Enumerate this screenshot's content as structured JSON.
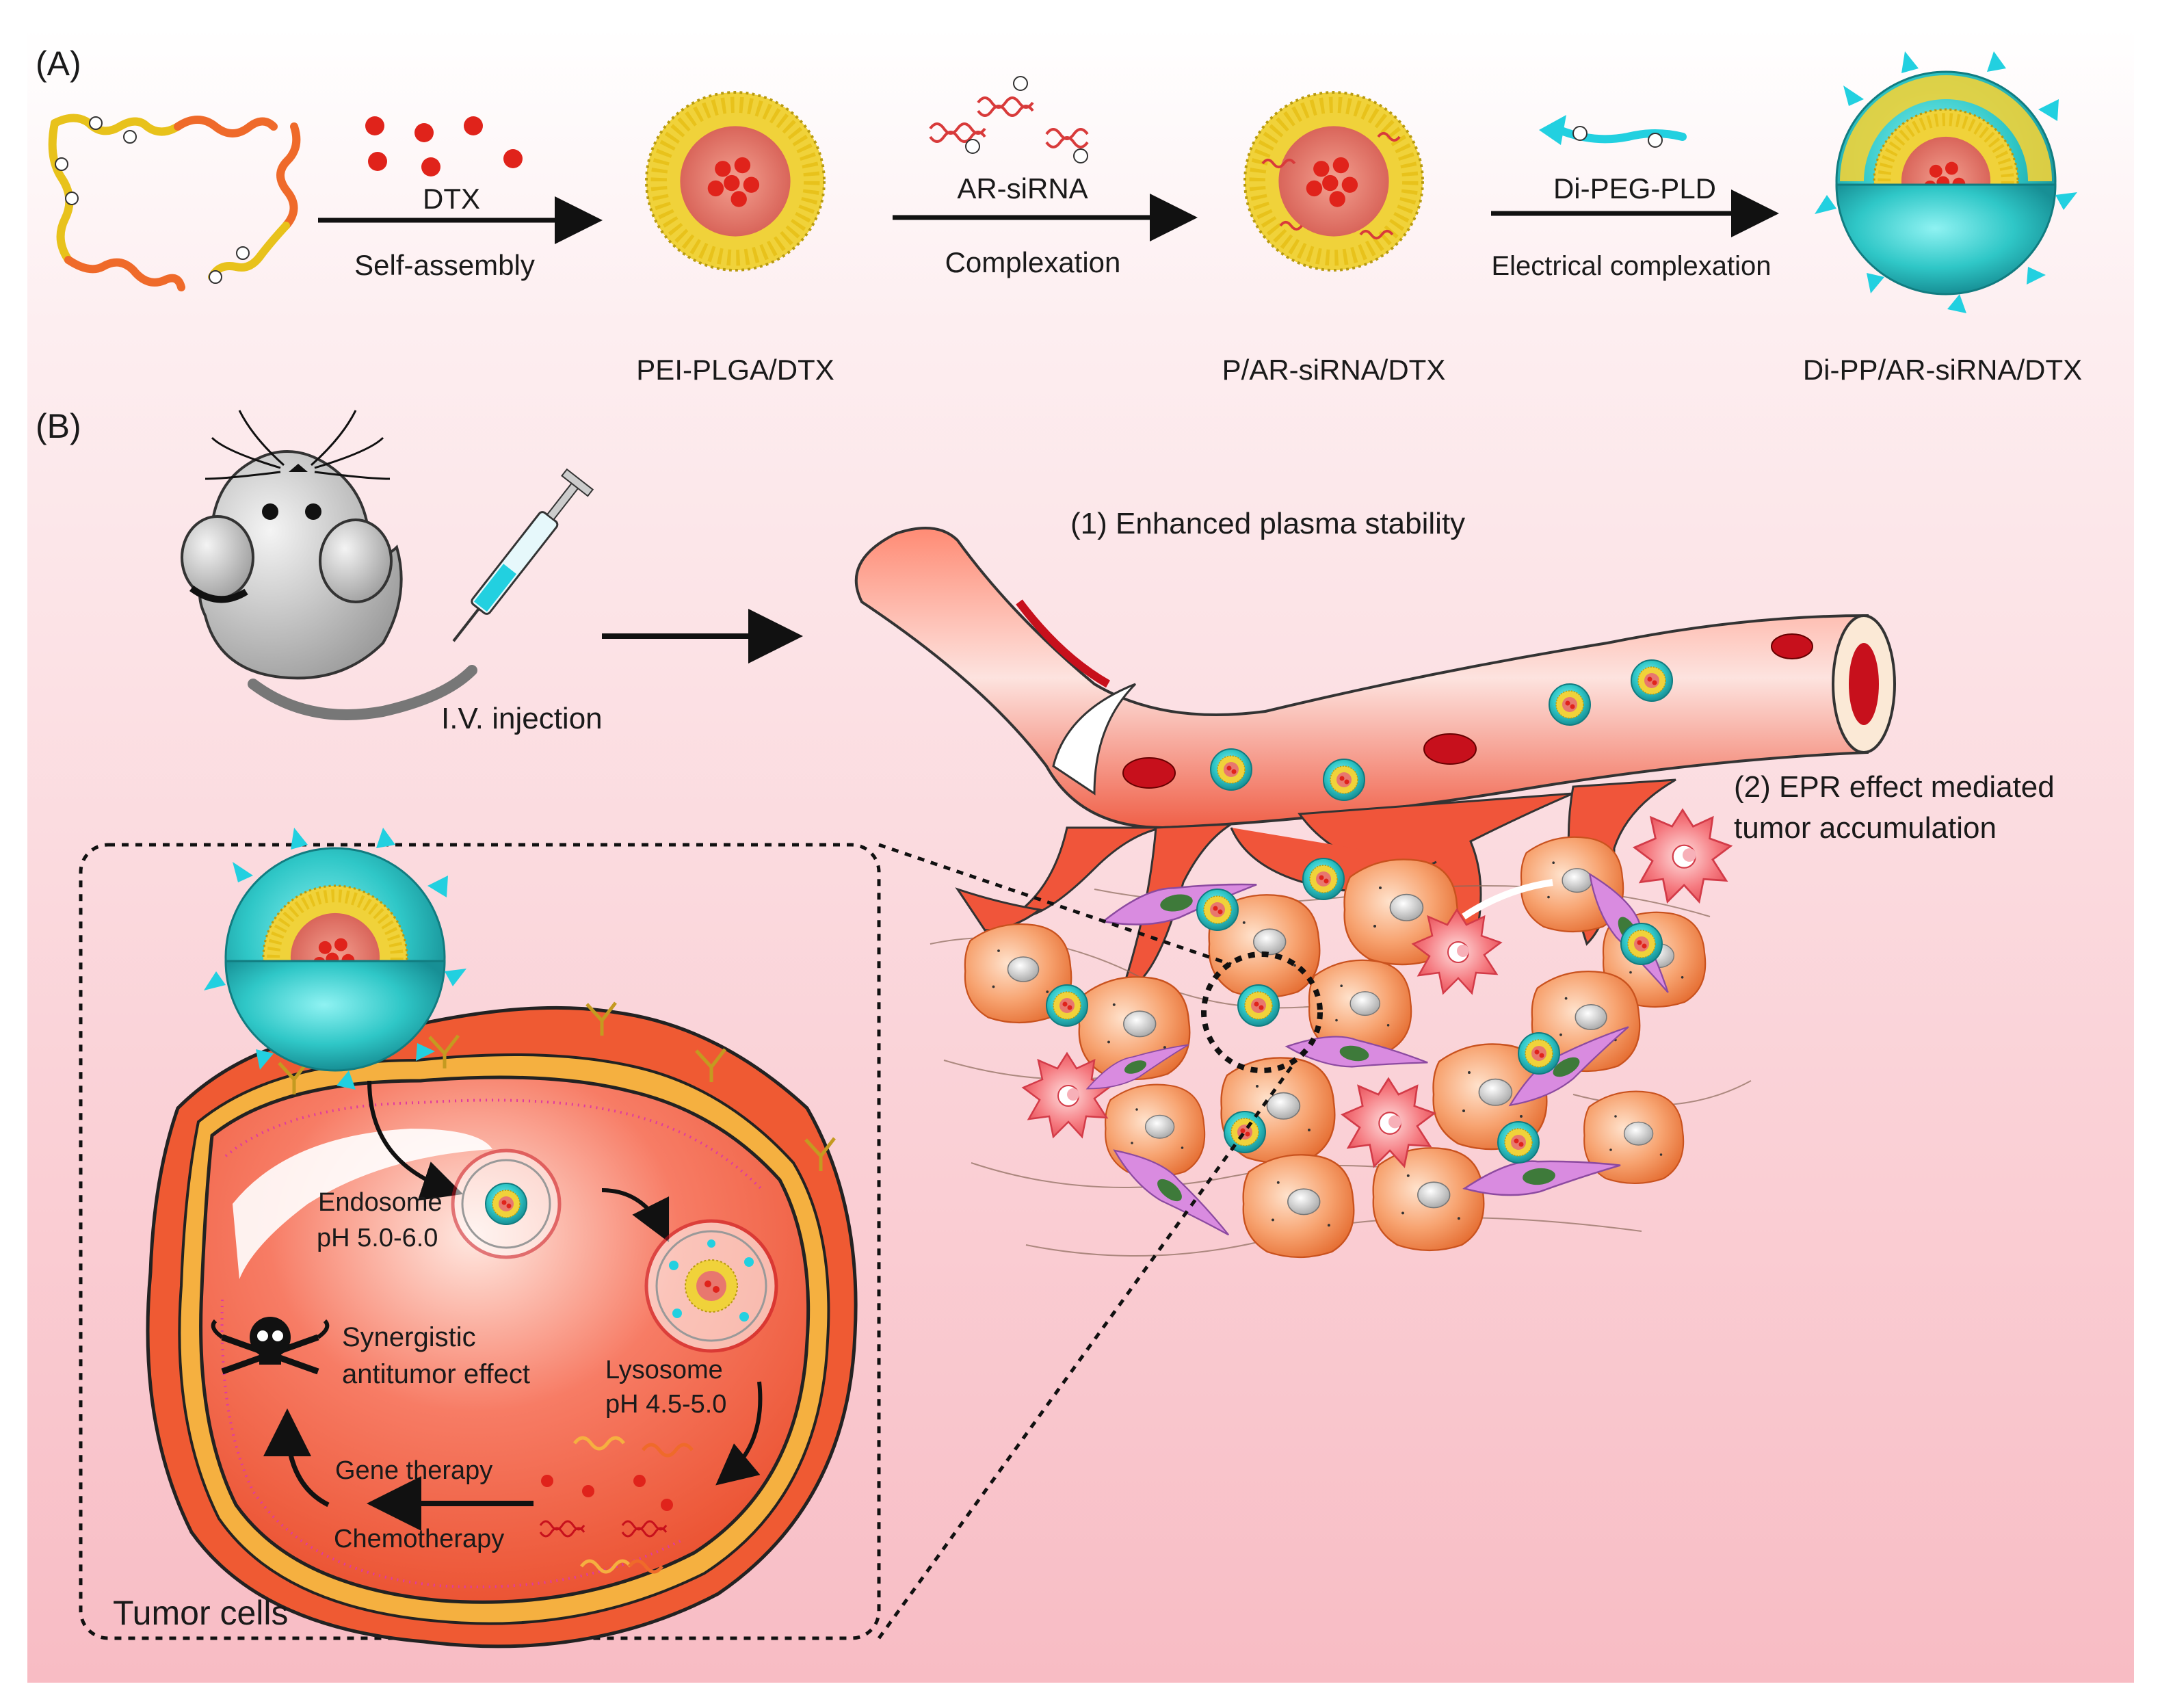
{
  "panel_a": {
    "label": "(A)",
    "step1": {
      "above": "DTX",
      "below": "Self-assembly"
    },
    "step2": {
      "above": "AR-siRNA",
      "below": "Complexation"
    },
    "step3": {
      "above": "Di-PEG-PLD",
      "below": "Electrical complexation"
    },
    "products": [
      "PEI-PLGA/DTX",
      "P/AR-siRNA/DTX",
      "Di-PP/AR-siRNA/DTX"
    ]
  },
  "panel_b": {
    "label": "(B)",
    "injection": "I.V. injection",
    "plasma": "(1) Enhanced plasma stability",
    "epr_line1": "(2) EPR effect mediated",
    "epr_line2": "tumor accumulation",
    "endosome": "Endosome",
    "endosome_ph": "pH 5.0-6.0",
    "lysosome": "Lysosome",
    "lysosome_ph": "pH 4.5-5.0",
    "synergy_line1": "Synergistic",
    "synergy_line2": "antitumor effect",
    "gene": "Gene therapy",
    "chemo": "Chemotherapy",
    "tumor_cells": "Tumor cells"
  },
  "colors": {
    "background_top": "#ffffff",
    "background_bottom": "#f8bcc4",
    "corona": "#f0d23a",
    "core": "#e8776e",
    "drug": "#e0231b",
    "shell": "#2fc7c7",
    "ligand": "#22d0e0",
    "vessel": "#f0553a",
    "tumor_cell": "#f39a55",
    "fibroblast": "#d98be0"
  }
}
